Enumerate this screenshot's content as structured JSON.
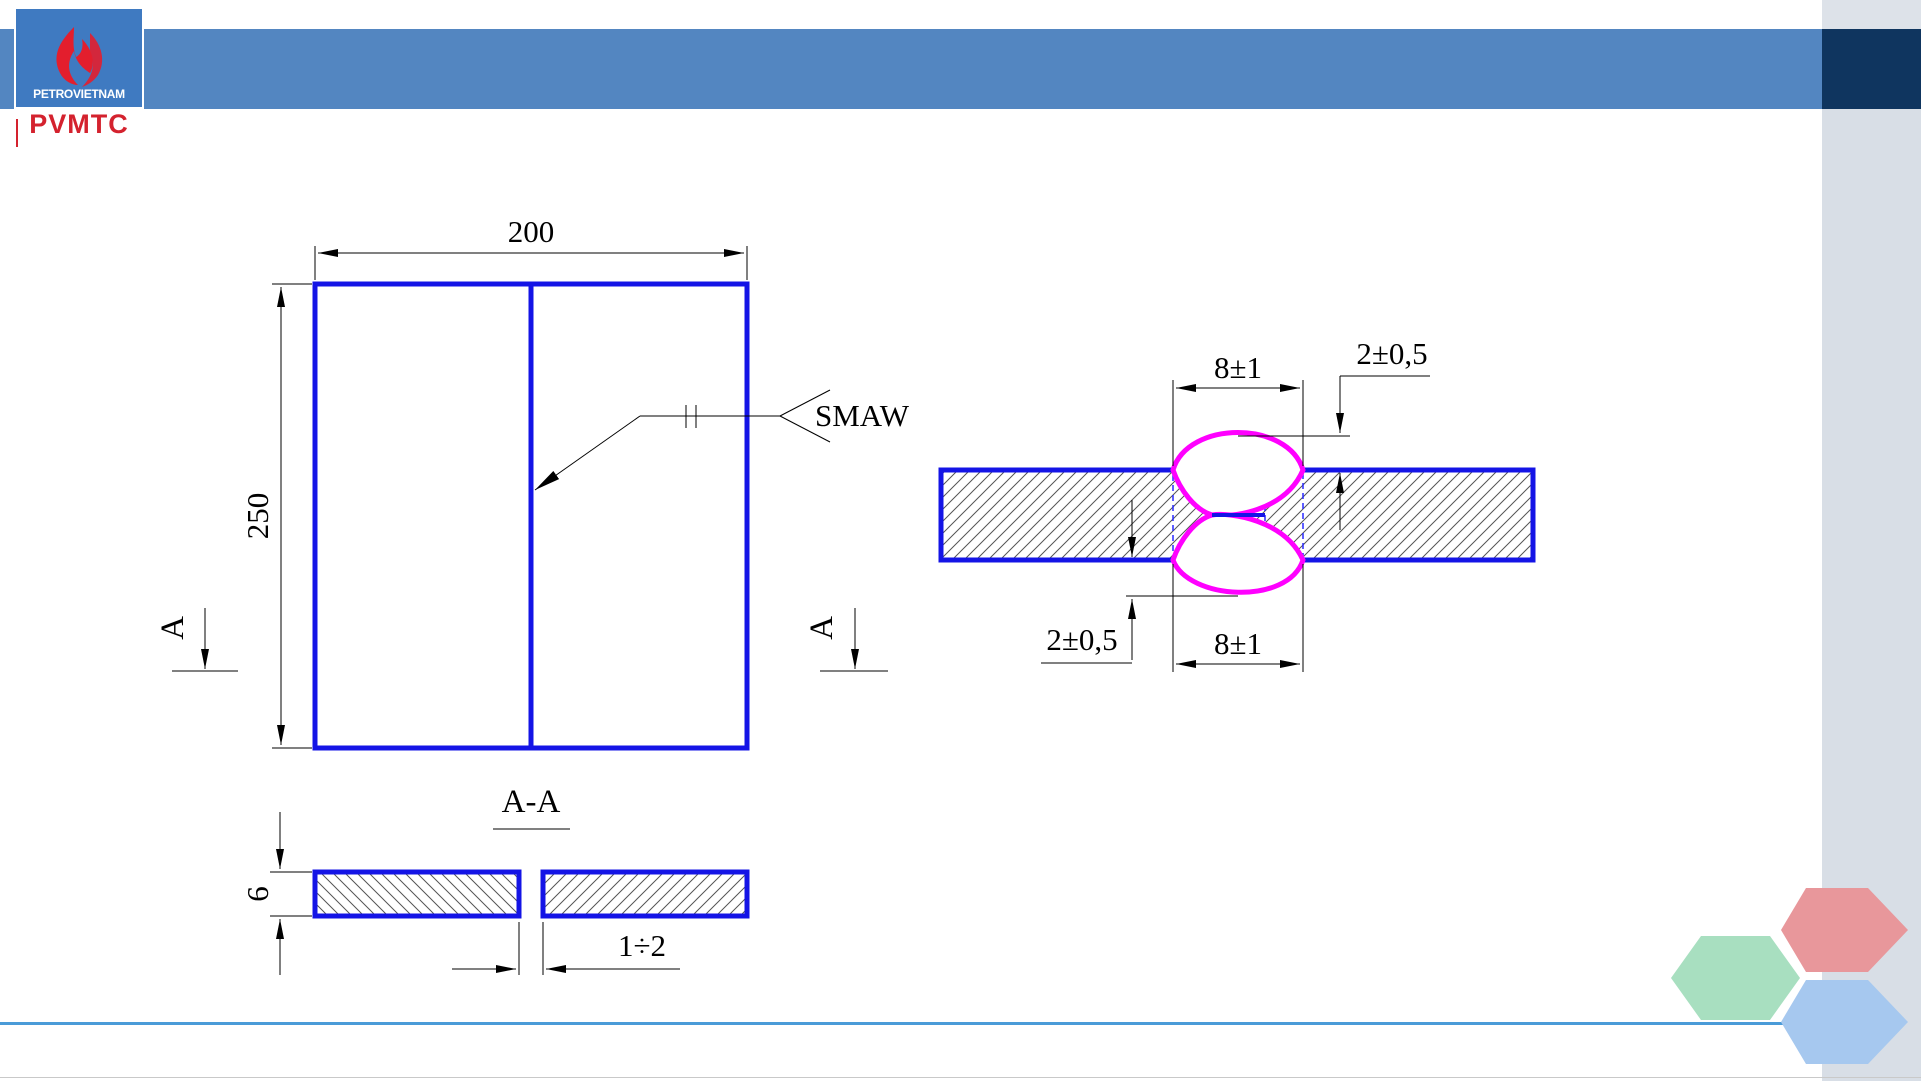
{
  "logo": {
    "brand_text": "PETROVIETNAM",
    "company_name": "PVMTC"
  },
  "drawing": {
    "plate": {
      "width_dim": "200",
      "height_dim": "250",
      "process_label": "SMAW",
      "section_mark": "A"
    },
    "section": {
      "title": "A-A",
      "thickness_dim": "6",
      "gap_dim": "1÷2"
    },
    "weld_detail": {
      "top_width_dim": "8±1",
      "top_height_dim": "2±0,5",
      "bottom_width_dim": "8±1",
      "bottom_height_dim": "2±0,5"
    }
  },
  "colors": {
    "plate_outline": "#1414e6",
    "weld_bead": "#ff00ff",
    "header_band": "#5386c1",
    "header_dark": "#0f355f",
    "hex_red": "#e8979b",
    "hex_green": "#a8dfc0",
    "hex_blue": "#a6c8ef"
  }
}
